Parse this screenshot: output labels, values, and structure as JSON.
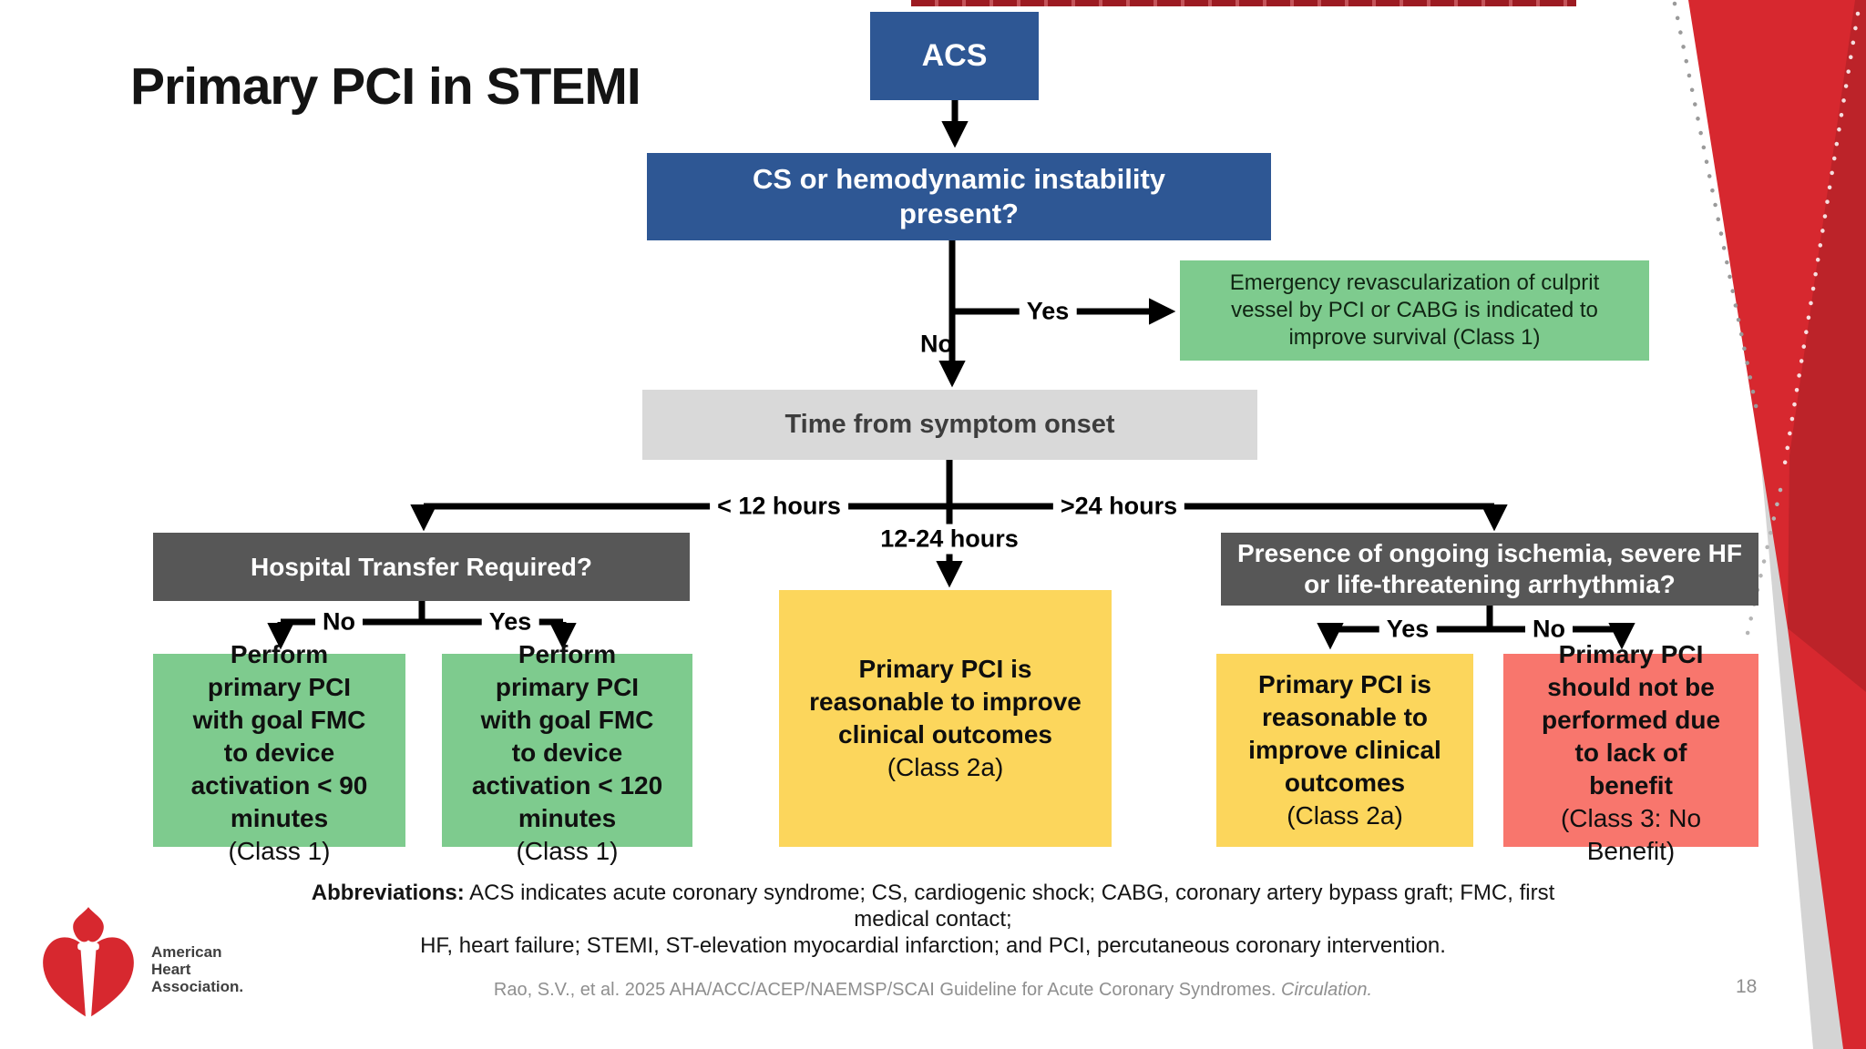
{
  "slide": {
    "title": "Primary PCI in STEMI",
    "page_number": "18",
    "citation_text": "Rao, S.V., et al. 2025 AHA/ACC/ACEP/NAEMSP/SCAI Guideline for Acute Coronary Syndromes. ",
    "citation_journal": "Circulation.",
    "logo_line1": "American",
    "logo_line2": "Heart",
    "logo_line3": "Association."
  },
  "flow": {
    "acs": {
      "label": "ACS"
    },
    "cs": {
      "label": "CS or hemodynamic instability\npresent?"
    },
    "emergency": {
      "label": "Emergency revascularization of culprit\nvessel by PCI or CABG is indicated to\nimprove survival (Class 1)"
    },
    "time": {
      "label": "Time from symptom onset"
    },
    "hospital": {
      "label": "Hospital Transfer Required?"
    },
    "presence": {
      "label": "Presence of ongoing ischemia, severe HF\nor life-threatening arrhythmia?"
    },
    "green90": {
      "main": "Perform\nprimary PCI\nwith goal FMC\nto device\nactivation < 90\nminutes",
      "class_label": "(Class 1)"
    },
    "green120": {
      "main": "Perform\nprimary PCI\nwith goal FMC\nto device\nactivation < 120\nminutes",
      "class_label": "(Class 1)"
    },
    "pci2a_center": {
      "main": "Primary PCI is\nreasonable to improve\nclinical outcomes",
      "class_label": "(Class 2a)"
    },
    "pci2a_right": {
      "main": "Primary PCI is\nreasonable to\nimprove clinical\noutcomes",
      "class_label": "(Class 2a)"
    },
    "pci_no_benefit": {
      "main": "Primary PCI\nshould not be\nperformed due\nto lack of\nbenefit",
      "class_label": "(Class 3: No\nBenefit)"
    },
    "labels": {
      "cs_yes": "Yes",
      "cs_no": "No",
      "lt12": "< 12 hours",
      "mid": "12-24 hours",
      "gt24": ">24 hours",
      "transfer_no": "No",
      "transfer_yes": "Yes",
      "presence_yes": "Yes",
      "presence_no": "No"
    }
  },
  "abbreviations": {
    "heading": "Abbreviations:",
    "line1_rest": " ACS indicates acute coronary syndrome; CS, cardiogenic shock; CABG, coronary artery bypass graft; FMC, first",
    "line2": "medical contact;",
    "line3": "HF, heart failure; STEMI, ST-elevation myocardial infarction; and PCI, percutaneous coronary intervention."
  },
  "colors": {
    "box_blue": "#2e5794",
    "box_green": "#7ecb8e",
    "box_yellow": "#fcd65c",
    "box_salmon": "#f8766d",
    "box_dark_gray": "#575757",
    "box_light_gray": "#d9d9d9",
    "aha_red": "#d7282f",
    "accent_dark_red": "#9c1b22"
  }
}
